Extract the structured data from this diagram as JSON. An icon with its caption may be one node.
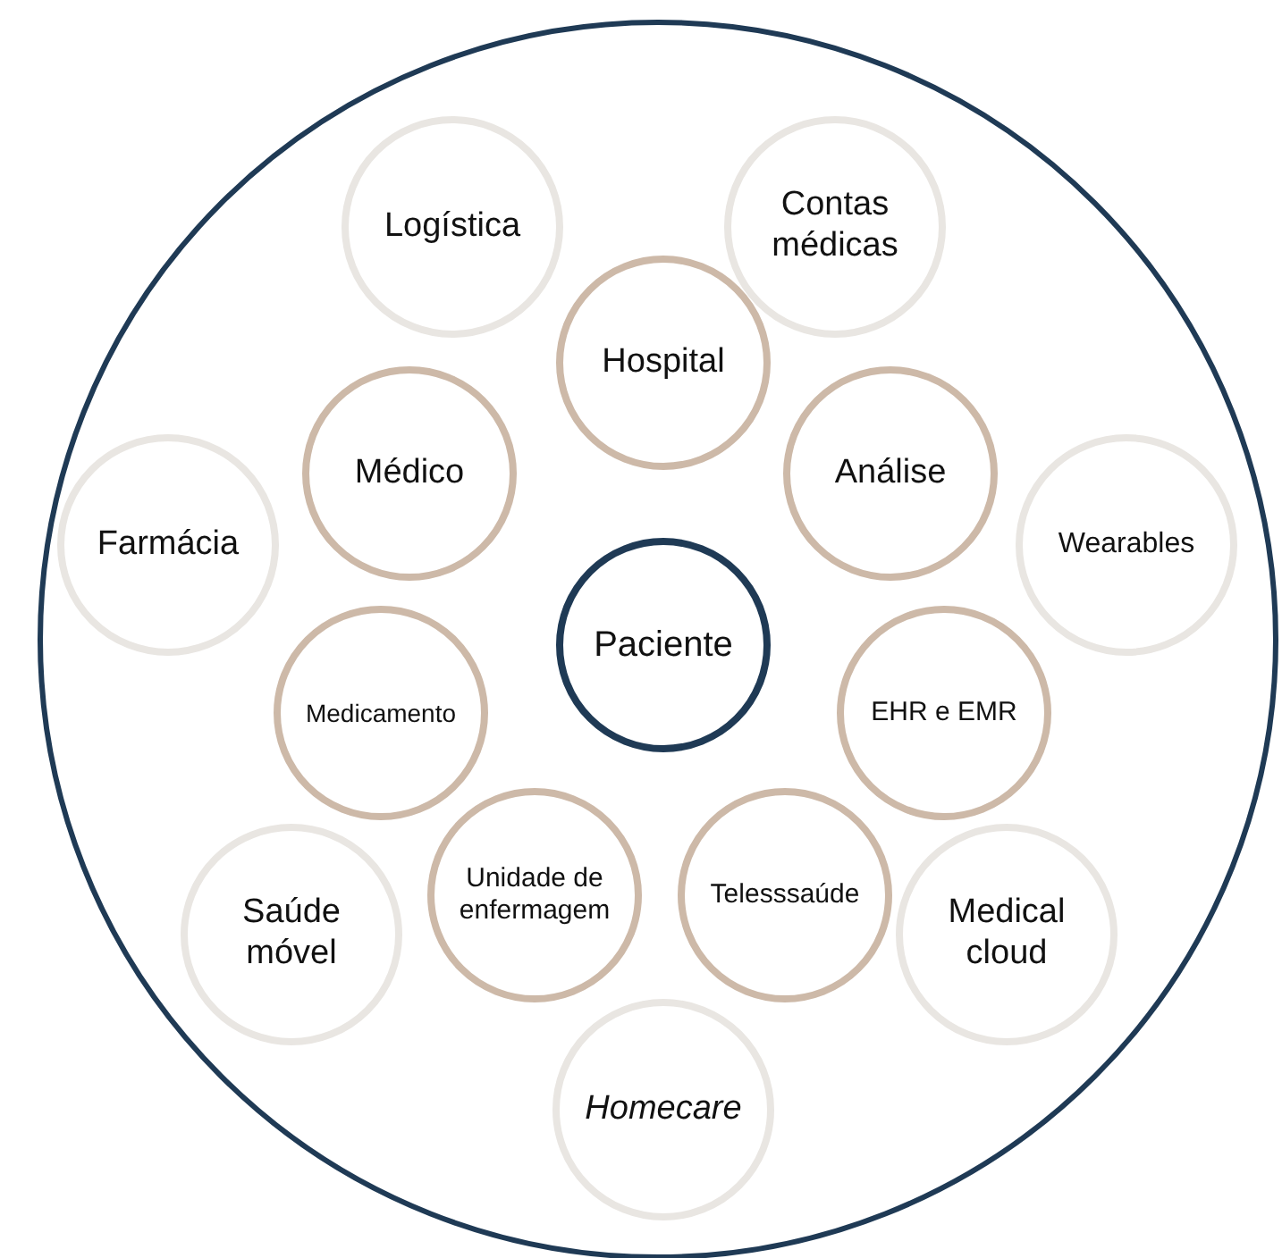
{
  "diagram": {
    "nodes": [
      {
        "text": [],
        "shape": "circle"
      },
      {
        "text": [
          "Logística"
        ],
        "in": 0
      },
      {
        "text": [
          "Contas médicas"
        ],
        "in": 0
      },
      {
        "text": [
          "Hospital"
        ],
        "in": 0
      },
      {
        "text": [
          "Médico"
        ],
        "in": 0
      },
      {
        "text": [
          "Análise"
        ],
        "in": 0
      },
      {
        "text": [
          "Farmácia"
        ],
        "in": 0
      },
      {
        "text": [
          "Wearables"
        ],
        "in": 0
      },
      {
        "text": [
          "Paciente"
        ],
        "in": 0
      },
      {
        "text": [
          "Medicamento"
        ],
        "in": 0
      },
      {
        "text": [
          "EHR e EMR"
        ],
        "in": 0
      },
      {
        "text": [
          "Unidade de enfermagem"
        ],
        "in": 0
      },
      {
        "text": [
          "Telesssaúde"
        ],
        "in": 0
      },
      {
        "text": [
          "Saúde móvel"
        ],
        "in": 0
      },
      {
        "text": [
          "Medical cloud"
        ],
        "in": 0
      },
      {
        "text": [
          "Homecare"
        ],
        "in": 0
      }
    ]
  }
}
